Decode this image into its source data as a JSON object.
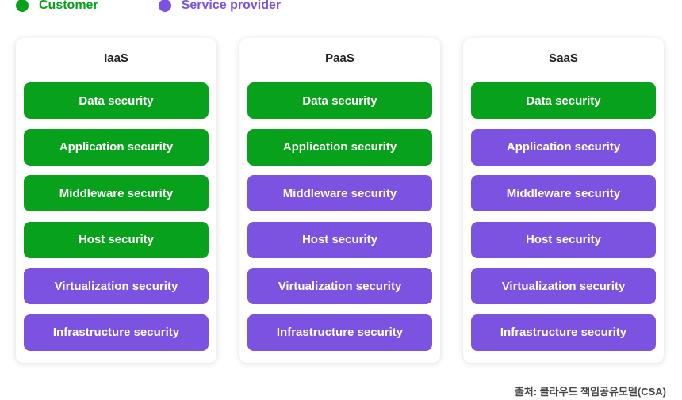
{
  "legend": {
    "customer_label": "Customer",
    "provider_label": "Service provider",
    "customer_color": "#08a11b",
    "provider_color": "#7b53e0"
  },
  "columns": [
    {
      "title": "IaaS",
      "layers": [
        {
          "label": "Data security",
          "owner": "customer"
        },
        {
          "label": "Application security",
          "owner": "customer"
        },
        {
          "label": "Middleware security",
          "owner": "customer"
        },
        {
          "label": "Host security",
          "owner": "customer"
        },
        {
          "label": "Virtualization security",
          "owner": "provider"
        },
        {
          "label": "Infrastructure security",
          "owner": "provider"
        }
      ]
    },
    {
      "title": "PaaS",
      "layers": [
        {
          "label": "Data security",
          "owner": "customer"
        },
        {
          "label": "Application security",
          "owner": "customer"
        },
        {
          "label": "Middleware security",
          "owner": "provider"
        },
        {
          "label": "Host security",
          "owner": "provider"
        },
        {
          "label": "Virtualization security",
          "owner": "provider"
        },
        {
          "label": "Infrastructure security",
          "owner": "provider"
        }
      ]
    },
    {
      "title": "SaaS",
      "layers": [
        {
          "label": "Data security",
          "owner": "customer"
        },
        {
          "label": "Application security",
          "owner": "provider"
        },
        {
          "label": "Middleware security",
          "owner": "provider"
        },
        {
          "label": "Host security",
          "owner": "provider"
        },
        {
          "label": "Virtualization security",
          "owner": "provider"
        },
        {
          "label": "Infrastructure security",
          "owner": "provider"
        }
      ]
    }
  ],
  "source": "출처: 클라우드 책임공유모델(CSA)"
}
